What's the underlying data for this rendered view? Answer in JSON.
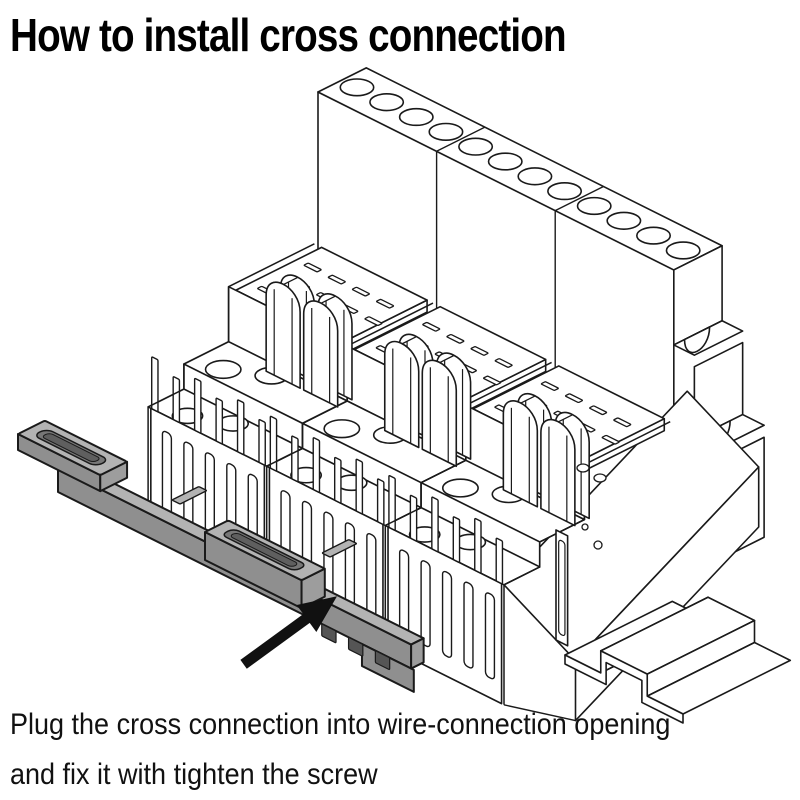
{
  "title": "How to install cross connection",
  "caption": {
    "line1": "Plug the cross connection into wire-connection opening",
    "line2": "and fix it with tighten the screw"
  },
  "diagram": {
    "description": "Isometric line drawing of a 3-module DIN-rail terminal block; a grey cross-connection comb is plugged into the wire-connection openings at the front, indicated by a black arrow",
    "module_count": 3,
    "top_openings_per_module": 4,
    "colors": {
      "line": "#1a1a1a",
      "plastic": "#ffffff",
      "cross_connection_top": "#b3b3b3",
      "cross_connection_front": "#8f8f8f",
      "cross_connection_side": "#9d9d9d",
      "cross_connection_slot": "#777777",
      "teeth": "#555555",
      "arrow": "#111111",
      "background": "#ffffff"
    }
  }
}
